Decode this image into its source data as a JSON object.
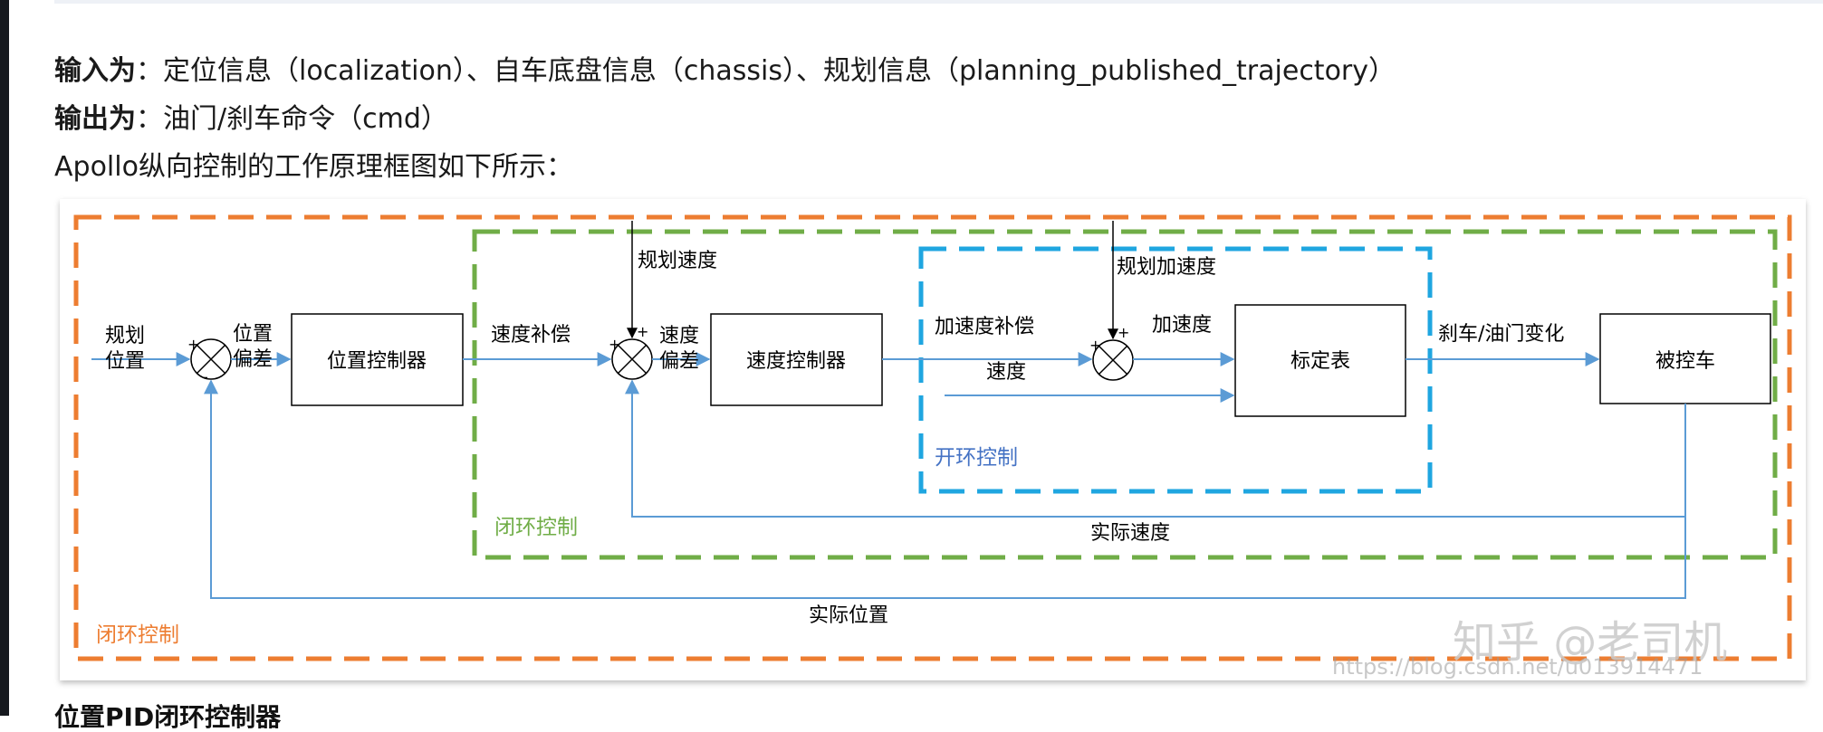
{
  "paragraph": {
    "input_label": "输入为",
    "input_text": "：定位信息（localization）、自车底盘信息（chassis）、规划信息（planning_published_trajectory）",
    "output_label": "输出为",
    "output_text": "：油门/刹车命令（cmd）",
    "intro": "Apollo纵向控制的工作原理框图如下所示："
  },
  "diagram": {
    "outer_loop_label": "闭环控制",
    "middle_loop_label": "闭环控制",
    "open_loop_label": "开环控制",
    "blocks": {
      "position_controller": "位置控制器",
      "speed_controller": "速度控制器",
      "calibration_table": "标定表",
      "controlled_vehicle": "被控车"
    },
    "signals": {
      "planned_position_1": "规划",
      "planned_position_2": "位置",
      "position_error_1": "位置",
      "position_error_2": "偏差",
      "speed_compensation": "速度补偿",
      "planned_speed": "规划速度",
      "speed_error_1": "速度",
      "speed_error_2": "偏差",
      "accel_compensation": "加速度补偿",
      "speed": "速度",
      "planned_accel": "规划加速度",
      "accel": "加速度",
      "brake_throttle_change": "刹车/油门变化",
      "actual_speed": "实际速度",
      "actual_position": "实际位置",
      "plus": "+",
      "minus": "-"
    },
    "colors": {
      "orange": "#ED7D31",
      "green": "#70AD47",
      "cyan": "#1FA6E0",
      "arrow": "#5B9BD5",
      "outer_label": "#ED7D31",
      "middle_label": "#70AD47",
      "open_label": "#4472C4"
    }
  },
  "watermark": {
    "brand": "知乎 @老司机",
    "url": "https://blog.csdn.net/u013914471"
  },
  "next_heading": "位置PID闭环控制器"
}
